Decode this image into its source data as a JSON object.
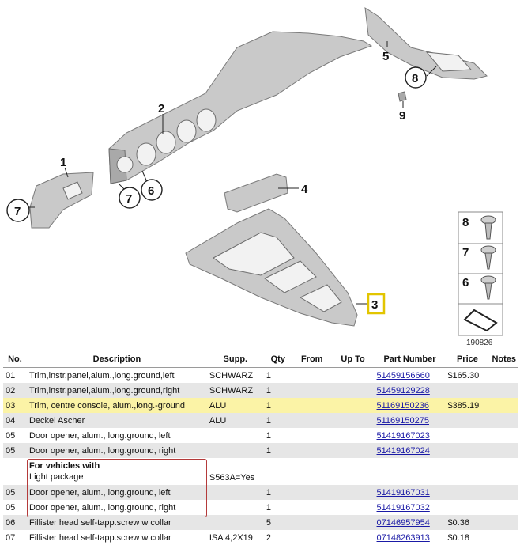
{
  "diagram": {
    "callouts": [
      "1",
      "2",
      "3",
      "4",
      "5",
      "6",
      "7",
      "7",
      "8",
      "9"
    ],
    "legend": [
      "8",
      "7",
      "6"
    ],
    "diagram_id": "190826"
  },
  "table": {
    "headers": [
      "No.",
      "Description",
      "Supp.",
      "Qty",
      "From",
      "Up To",
      "Part Number",
      "Price",
      "Notes"
    ],
    "rows": [
      {
        "no": "01",
        "desc": "Trim,instr.panel,alum.,long.ground,left",
        "supp": "SCHWARZ",
        "qty": "1",
        "from": "",
        "upto": "",
        "pn": "51459156660",
        "price": "$165.30",
        "notes": ""
      },
      {
        "no": "02",
        "desc": "Trim,instr.panel,alum.,long.ground,right",
        "supp": "SCHWARZ",
        "qty": "1",
        "from": "",
        "upto": "",
        "pn": "51459129228",
        "price": "",
        "notes": ""
      },
      {
        "no": "03",
        "desc": "Trim, centre console, alum.,long.-ground",
        "supp": "ALU",
        "qty": "1",
        "from": "",
        "upto": "",
        "pn": "51169150236",
        "price": "$385.19",
        "notes": ""
      },
      {
        "no": "04",
        "desc": "Deckel Ascher",
        "supp": "ALU",
        "qty": "1",
        "from": "",
        "upto": "",
        "pn": "51169150275",
        "price": "",
        "notes": ""
      },
      {
        "no": "05",
        "desc": "Door opener, alum., long.ground, left",
        "supp": "",
        "qty": "1",
        "from": "",
        "upto": "",
        "pn": "51419167023",
        "price": "",
        "notes": ""
      },
      {
        "no": "05",
        "desc": "Door opener, alum., long.ground, right",
        "supp": "",
        "qty": "1",
        "from": "",
        "upto": "",
        "pn": "51419167024",
        "price": "",
        "notes": ""
      }
    ],
    "vehicle_note": {
      "title": "For vehicles with",
      "subtitle": "Light package",
      "condition": "S563A=Yes"
    },
    "rows2": [
      {
        "no": "05",
        "desc": "Door opener, alum., long.ground, left",
        "supp": "",
        "qty": "1",
        "from": "",
        "upto": "",
        "pn": "51419167031",
        "price": "",
        "notes": ""
      },
      {
        "no": "05",
        "desc": "Door opener, alum., long.ground, right",
        "supp": "",
        "qty": "1",
        "from": "",
        "upto": "",
        "pn": "51419167032",
        "price": "",
        "notes": ""
      },
      {
        "no": "06",
        "desc": "Fillister head self-tapp.screw w collar",
        "supp": "",
        "qty": "5",
        "from": "",
        "upto": "",
        "pn": "07146957954",
        "price": "$0.36",
        "notes": ""
      },
      {
        "no": "07",
        "desc": "Fillister head self-tapp.screw w collar",
        "supp": "ISA 4,2X19",
        "qty": "2",
        "from": "",
        "upto": "",
        "pn": "07148263913",
        "price": "$0.18",
        "notes": ""
      }
    ],
    "highlight_color": "#fbf3a6",
    "link_color": "#1a1aa6"
  }
}
